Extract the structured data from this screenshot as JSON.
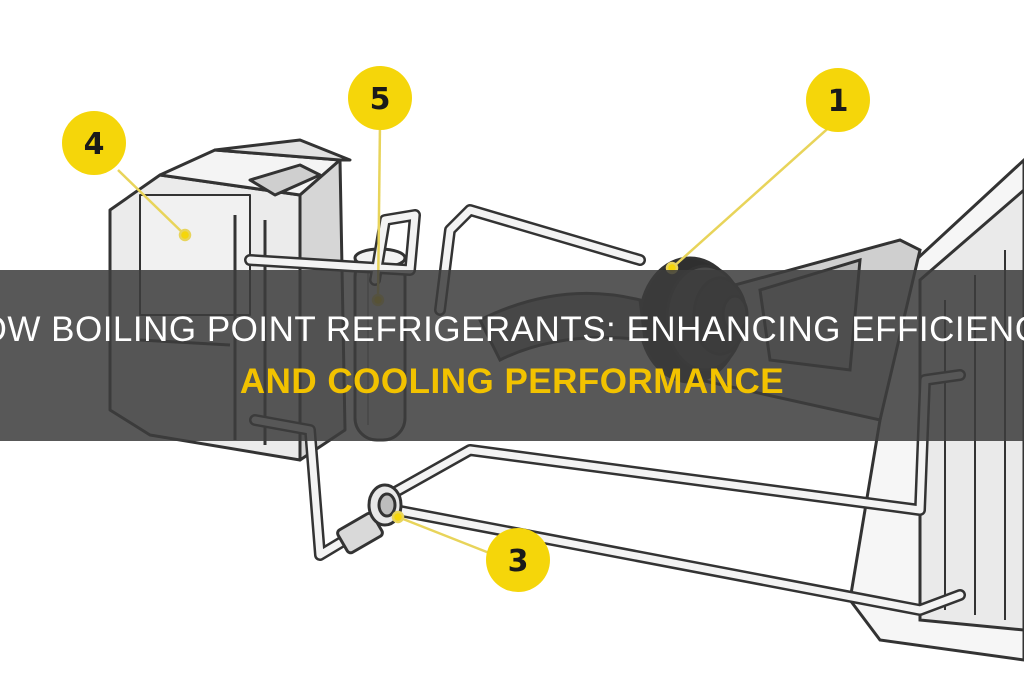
{
  "title": {
    "line1": "LOW BOILING POINT REFRIGERANTS: ENHANCING EFFICIENCY",
    "line2": "AND COOLING PERFORMANCE"
  },
  "callouts": [
    {
      "label": "1",
      "part": "compressor"
    },
    {
      "label": "3",
      "part": "expansion-valve"
    },
    {
      "label": "4",
      "part": "evaporator"
    },
    {
      "label": "5",
      "part": "receiver-drier"
    }
  ],
  "colors": {
    "callout_fill": "#f5d60a",
    "title_band": "#3c3c3c",
    "title_accent": "#f2c200",
    "line_art": "#333333"
  }
}
